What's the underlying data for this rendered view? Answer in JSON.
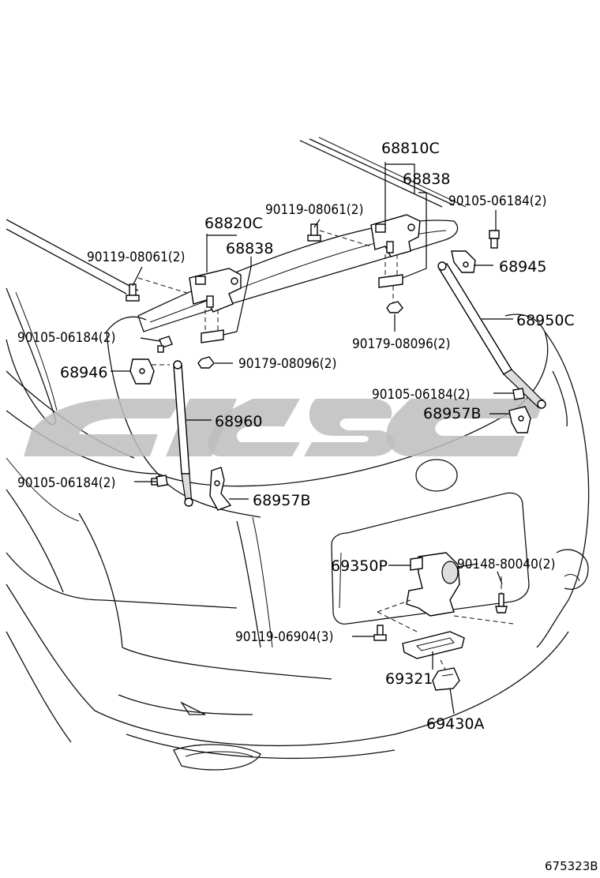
{
  "diagram": {
    "figure_id": "675323B",
    "parts": {
      "p68810C": "68810C",
      "p68838_right": "68838",
      "p90119_08061_top": "90119-08061(2)",
      "p90105_06184_top": "90105-06184(2)",
      "p68820C": "68820C",
      "p68838_left": "68838",
      "p90119_08061_left": "90119-08061(2)",
      "p68945": "68945",
      "p68950C": "68950C",
      "p90105_06184_left": "90105-06184(2)",
      "p90179_08096_right": "90179-08096(2)",
      "p68946": "68946",
      "p90179_08096_left": "90179-08096(2)",
      "p90105_06184_mid": "90105-06184(2)",
      "p68957B_right": "68957B",
      "p68960": "68960",
      "p90105_06184_low": "90105-06184(2)",
      "p68957B_left": "68957B",
      "p69350P": "69350P",
      "p90148_80040": "90148-80040(2)",
      "p90119_06904": "90119-06904(3)",
      "p69321": "69321",
      "p69430A": "69430A"
    }
  }
}
